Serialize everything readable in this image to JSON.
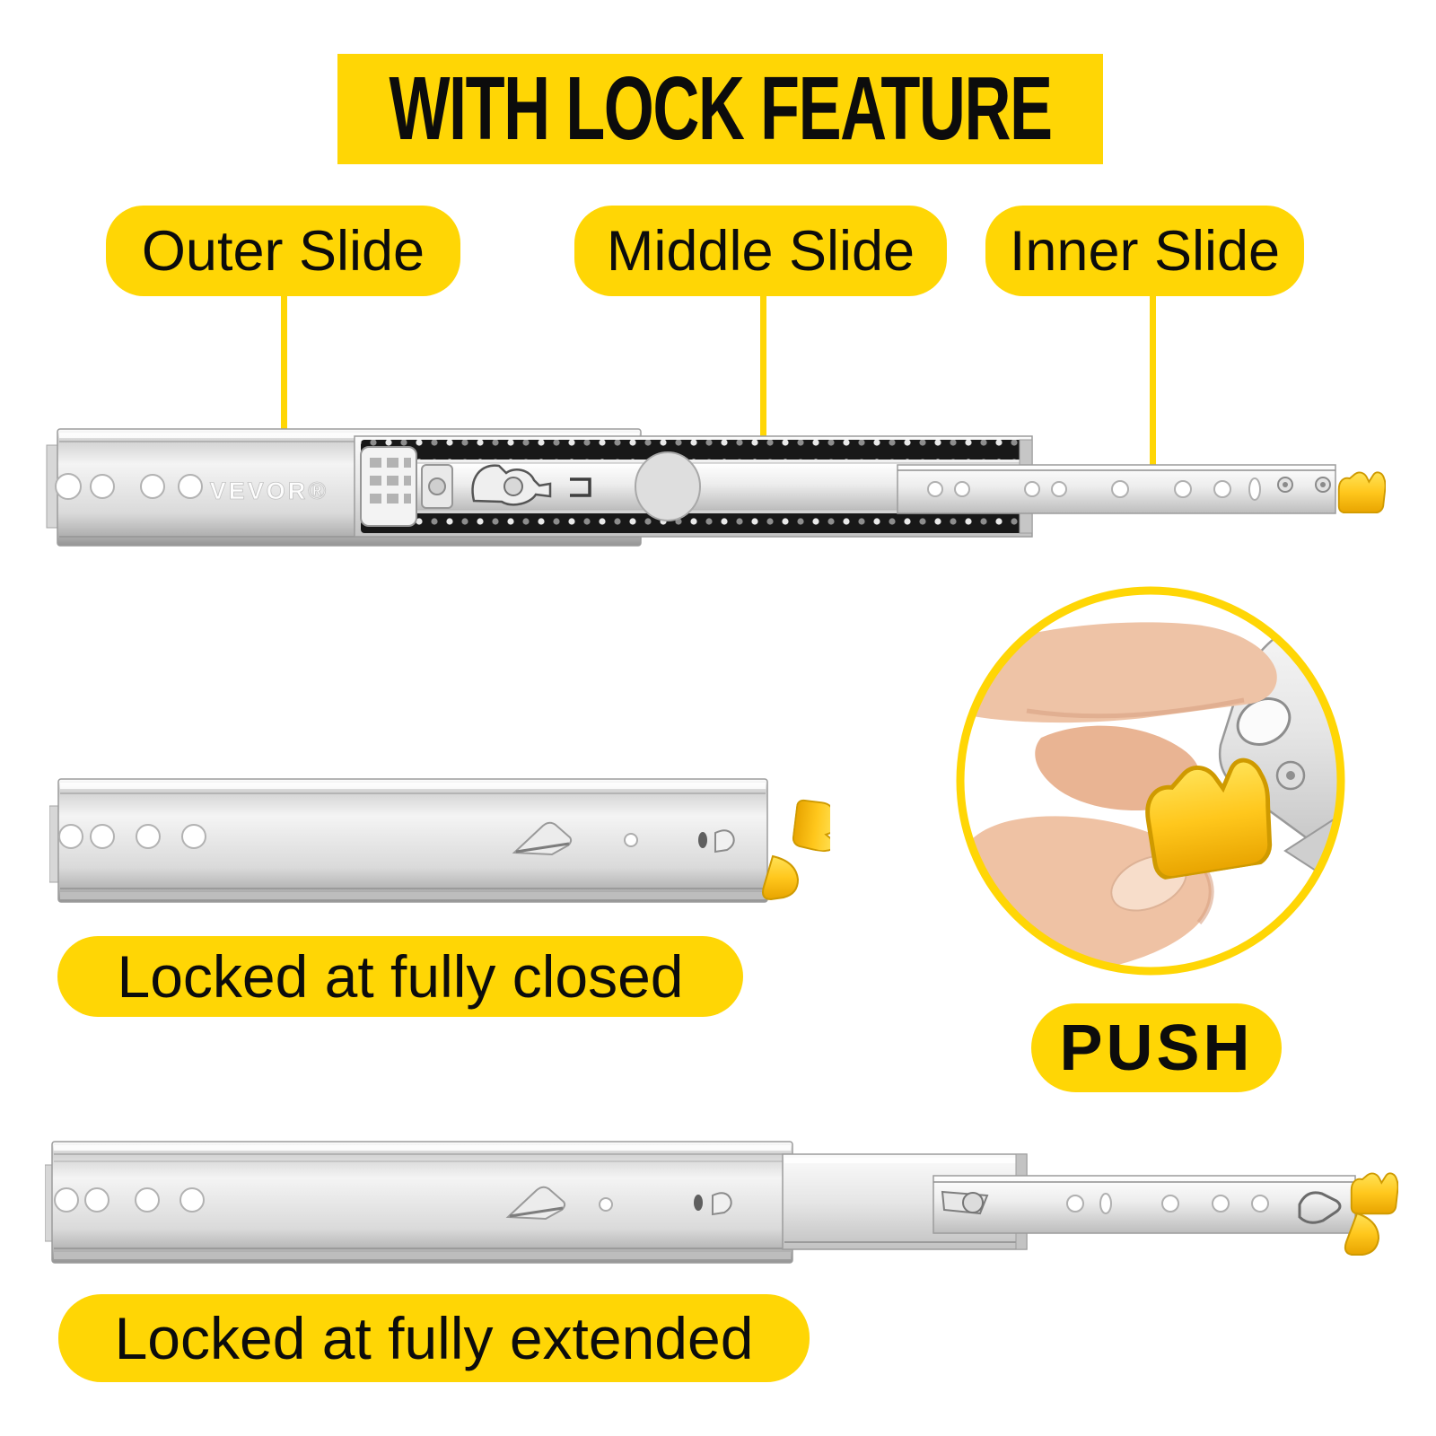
{
  "colors": {
    "yellow": "#FFD605",
    "lever_yellow": "#FFC61E",
    "text_black": "#0C0C0C",
    "metal_silver": "#D8D8D8",
    "skin": "#EEC0A2"
  },
  "banner": {
    "title": "WITH LOCK FEATURE"
  },
  "callouts": {
    "items": [
      {
        "label": "Outer Slide"
      },
      {
        "label": "Middle Slide"
      },
      {
        "label": "Inner Slide"
      }
    ]
  },
  "top_slide": {
    "brand": "VEVOR®"
  },
  "closed_section": {
    "caption": "Locked at fully closed"
  },
  "push_section": {
    "caption": "PUSH"
  },
  "extended_section": {
    "caption": "Locked at fully extended"
  }
}
